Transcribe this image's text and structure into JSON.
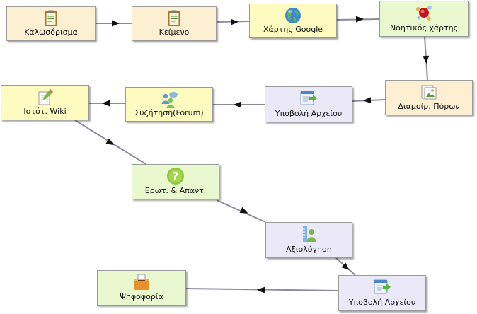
{
  "nodes": {
    "welcome": {
      "label": "Καλωσόρισμα",
      "icon": "clipboard-icon"
    },
    "text": {
      "label": "Κείμενο",
      "icon": "clipboard-icon"
    },
    "google_map": {
      "label": "Χάρτης Google",
      "icon": "globe-icon"
    },
    "mind_map": {
      "label": "Νοητικός χάρτης",
      "icon": "mind-map-icon"
    },
    "resources": {
      "label": "Διαμοίρ. Πόρων",
      "icon": "resource-share-icon"
    },
    "upload1": {
      "label": "Υποβολή Αρχείου",
      "icon": "file-upload-icon"
    },
    "forum": {
      "label": "Συζήτηση(Forum)",
      "icon": "users-chat-icon"
    },
    "wiki": {
      "label": "Ιστότ. Wiki",
      "icon": "wiki-pencil-icon"
    },
    "qa": {
      "label": "Ερωτ. & Απαντ.",
      "icon": "question-icon"
    },
    "assessment": {
      "label": "Αξιολόγηση",
      "icon": "assessment-icon"
    },
    "upload2": {
      "label": "Υποβολή Αρχείου",
      "icon": "file-upload-icon"
    },
    "vote": {
      "label": "Ψηφοφορία",
      "icon": "ballot-box-icon"
    }
  },
  "colors": {
    "beige": "#fcefd2",
    "yellow": "#fdfbc0",
    "green": "#eaf8cf",
    "lilac": "#ebe8f7",
    "connector": "#8c8a9c",
    "arrowhead": "#111111"
  }
}
